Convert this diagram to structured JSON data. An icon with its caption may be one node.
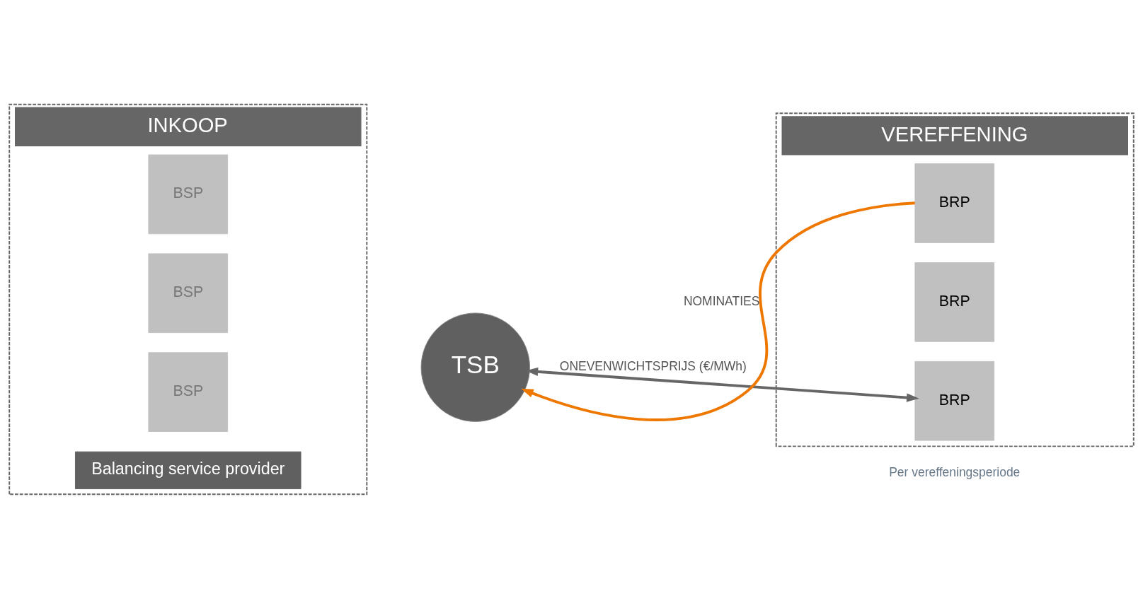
{
  "diagram": {
    "nodes": [
      {
        "text": [
          "INKOOP"
        ]
      },
      {
        "text": [
          "BSP"
        ],
        "in": 0
      },
      {
        "text": [
          "BSP"
        ],
        "in": 0
      },
      {
        "text": [
          "BSP"
        ],
        "in": 0
      },
      {
        "text": [
          "Balancing service provider"
        ],
        "in": 0
      },
      {
        "text": [
          "TSB"
        ]
      },
      {
        "text": [
          "VEREFFENING"
        ]
      },
      {
        "text": [
          "BRP"
        ],
        "in": 6
      },
      {
        "text": [
          "BRP"
        ],
        "in": 6
      },
      {
        "text": [
          "BRP"
        ],
        "in": 6
      }
    ],
    "edges": [
      {
        "from": 7,
        "to": 5,
        "arrow": "to",
        "label": "NOMINATIES",
        "color": "#ee7700"
      },
      {
        "from": 5,
        "to": 9,
        "arrow": "both",
        "label": "ONEVENWICHTSPRIJS (€/MWh)",
        "color": "#666666"
      }
    ],
    "labels": [
      "Per vereffeningsperiode"
    ]
  }
}
